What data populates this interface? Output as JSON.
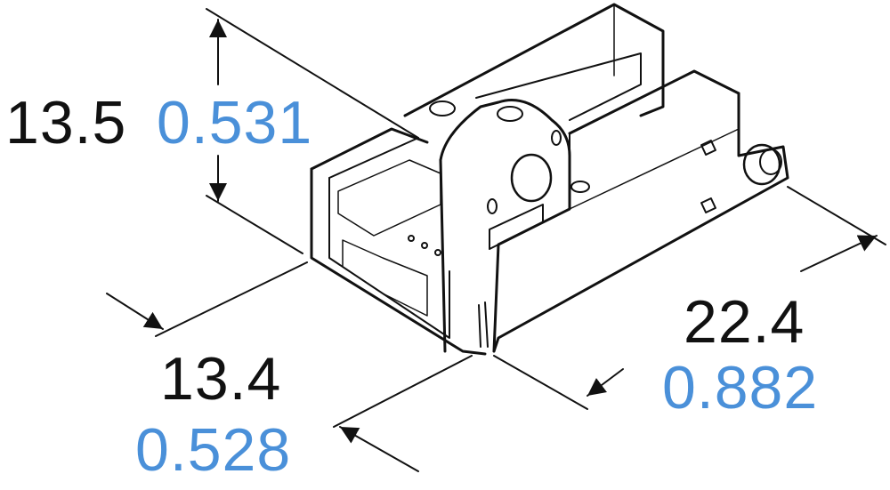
{
  "diagram": {
    "type": "isometric dimension drawing",
    "subject": "U-shaped slot sensor with connector",
    "colors": {
      "metric_text": "#111111",
      "imperial_text": "#4a90d9",
      "line": "#111111",
      "background": "#ffffff"
    },
    "dimensions": {
      "height": {
        "mm": "13.5",
        "inch": "0.531"
      },
      "depth": {
        "mm": "13.4",
        "inch": "0.528"
      },
      "length": {
        "mm": "22.4",
        "inch": "0.882"
      }
    }
  }
}
